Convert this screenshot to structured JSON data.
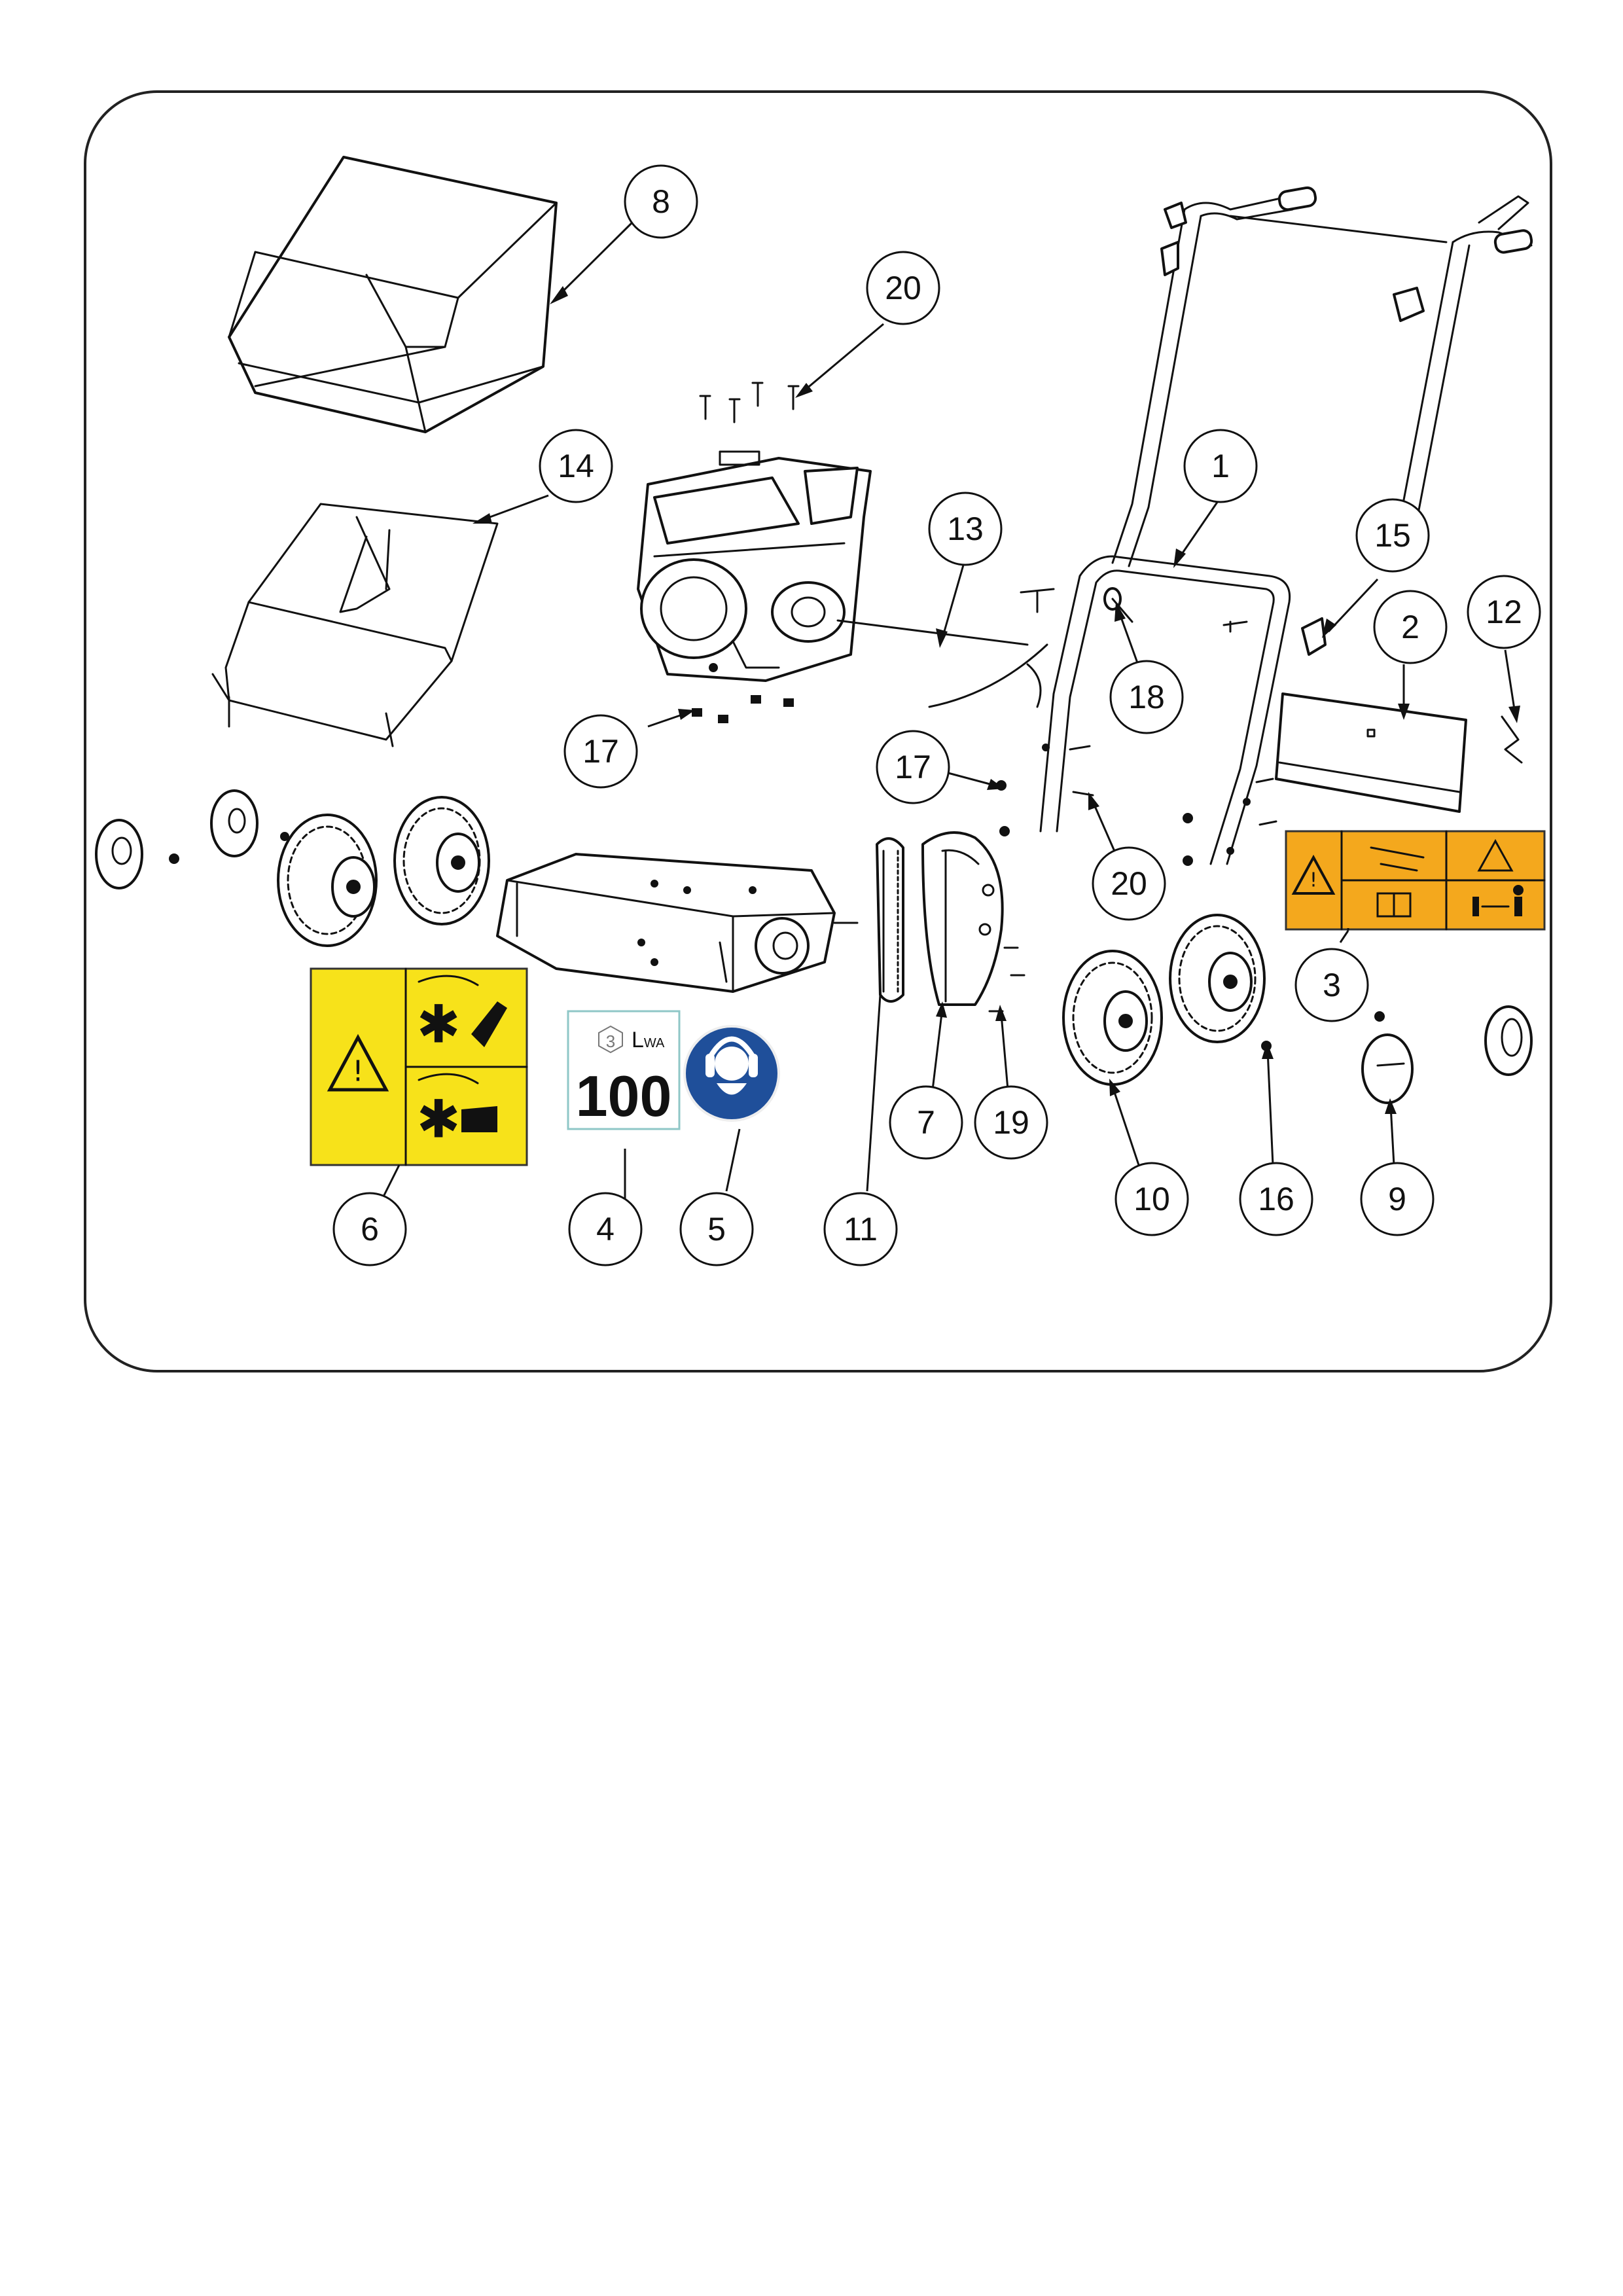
{
  "diagram": {
    "callouts": [
      {
        "id": "c1",
        "label": "1"
      },
      {
        "id": "c2",
        "label": "2"
      },
      {
        "id": "c3",
        "label": "3"
      },
      {
        "id": "c4",
        "label": "4"
      },
      {
        "id": "c5",
        "label": "5"
      },
      {
        "id": "c6",
        "label": "6"
      },
      {
        "id": "c7",
        "label": "7"
      },
      {
        "id": "c8",
        "label": "8"
      },
      {
        "id": "c9",
        "label": "9"
      },
      {
        "id": "c10",
        "label": "10"
      },
      {
        "id": "c11",
        "label": "11"
      },
      {
        "id": "c12",
        "label": "12"
      },
      {
        "id": "c13",
        "label": "13"
      },
      {
        "id": "c14",
        "label": "14"
      },
      {
        "id": "c15",
        "label": "15"
      },
      {
        "id": "c16",
        "label": "16"
      },
      {
        "id": "c17a",
        "label": "17"
      },
      {
        "id": "c17b",
        "label": "17"
      },
      {
        "id": "c18",
        "label": "18"
      },
      {
        "id": "c19",
        "label": "19"
      },
      {
        "id": "c20a",
        "label": "20"
      },
      {
        "id": "c20b",
        "label": "20"
      }
    ],
    "sound_label": {
      "badge": "3",
      "unit": "L",
      "unit_sub": "WA",
      "value": "100"
    },
    "colors": {
      "warning_yellow": "#f7e21a",
      "warning_orange": "#f4a81d",
      "mandatory_blue": "#1f4f9a"
    }
  }
}
